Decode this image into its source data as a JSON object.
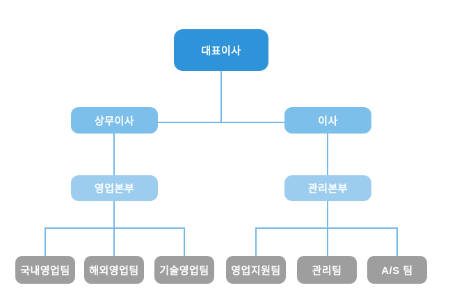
{
  "colors": {
    "root_fill": "#2E93D8",
    "level2_fill": "#7CBFEA",
    "level3_fill": "#9CCDEF",
    "team_fill": "#9E9E9E",
    "line": "#78B7E6",
    "text": "#FFFFFF"
  },
  "org_chart": {
    "type": "organization-chart",
    "root": {
      "label": "대표이사"
    },
    "branches": [
      {
        "manager": "상무이사",
        "division": "영업본부",
        "teams": [
          "국내영업팀",
          "해외영업팀",
          "기술영업팀"
        ]
      },
      {
        "manager": "이사",
        "division": "관리본부",
        "teams": [
          "영업지원팀",
          "관리팀",
          "A/S 팀"
        ]
      }
    ]
  }
}
